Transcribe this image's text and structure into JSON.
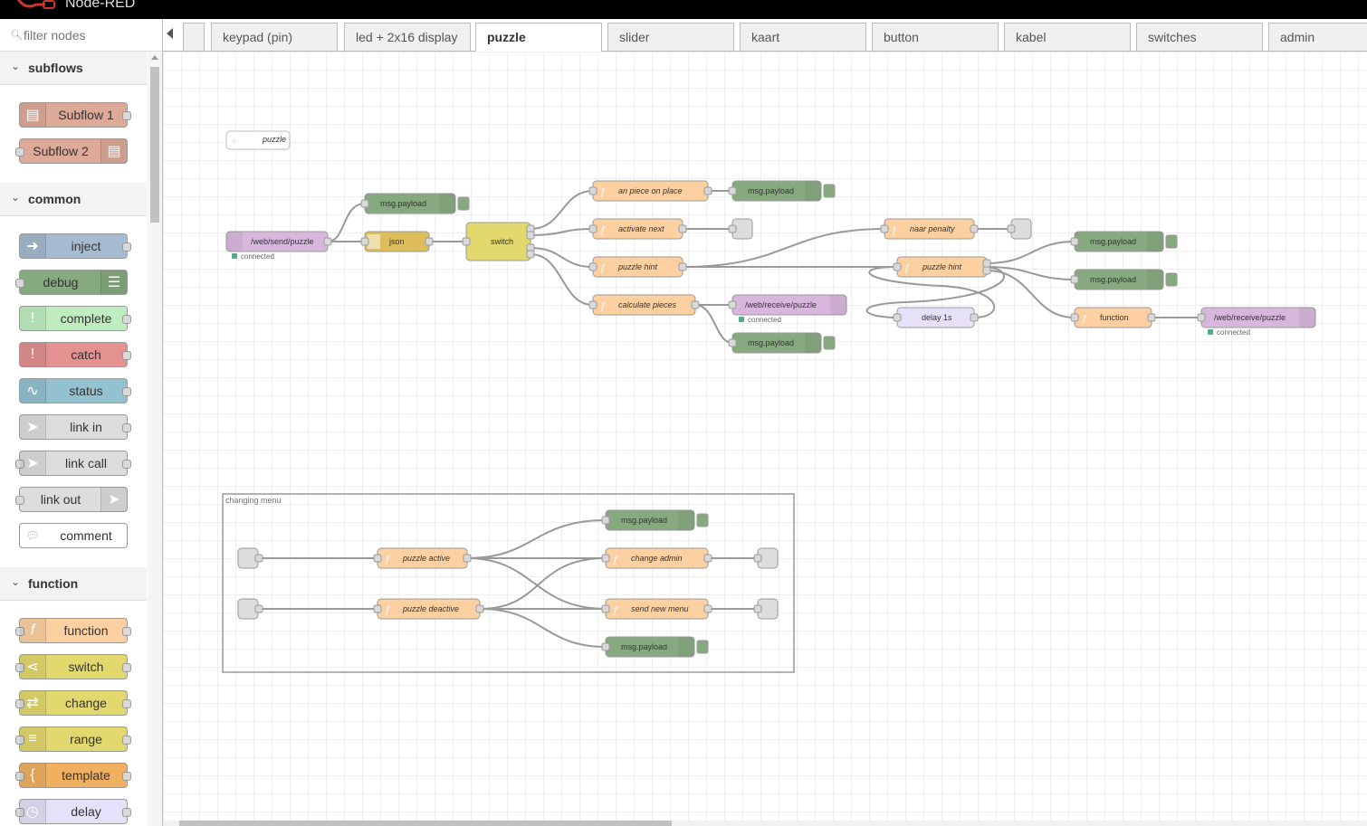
{
  "app": {
    "title": "Node-RED"
  },
  "palette": {
    "filter_placeholder": "filter nodes",
    "categories": [
      {
        "label": "subflows"
      },
      {
        "label": "common"
      },
      {
        "label": "function"
      }
    ],
    "subflows": [
      "Subflow 1",
      "Subflow 2"
    ],
    "common": [
      "inject",
      "debug",
      "complete",
      "catch",
      "status",
      "link in",
      "link call",
      "link out",
      "comment"
    ],
    "function": [
      "function",
      "switch",
      "change",
      "range",
      "template",
      "delay"
    ]
  },
  "tabs": [
    "",
    "keypad (pin)",
    "led + 2x16 display",
    "puzzle",
    "slider",
    "kaart",
    "button",
    "kabel",
    "switches",
    "admin"
  ],
  "active_tab": "puzzle",
  "flow": {
    "comment": "puzzle",
    "group_label": "changing menu",
    "status_connected": "connected",
    "nodes": {
      "ws_in": "/web/send/puzzle",
      "json": "json",
      "switch": "switch",
      "debug_top": "msg.payload",
      "fn1": "an piece on place",
      "fn2": "activate next",
      "fn3": "puzzle hint",
      "fn4": "calculate pieces",
      "debug_fn1": "msg.payload",
      "ws_out1": "/web/receive/puzzle",
      "debug_fn4": "msg.payload",
      "fn_penalty": "naar penalty",
      "fn_hint2": "puzzle hint",
      "delay": "delay 1s",
      "debug_r1": "msg.payload",
      "debug_r2": "msg.payload",
      "fn_function": "function",
      "ws_out2": "/web/receive/puzzle",
      "g_active": "puzzle active",
      "g_deactive": "puzzle deactive",
      "g_change_admin": "change admin",
      "g_send_menu": "send new menu",
      "g_debug1": "msg.payload",
      "g_debug2": "msg.payload"
    }
  },
  "colors": {
    "function": "#fdd0a2",
    "debug": "#87a980",
    "websocket": "#d7b7dc",
    "switch": "#e2d96e",
    "json": "#debd5c",
    "link": "#dddddd",
    "delay": "#e6e0f8",
    "subflow": "#ddaa99"
  }
}
